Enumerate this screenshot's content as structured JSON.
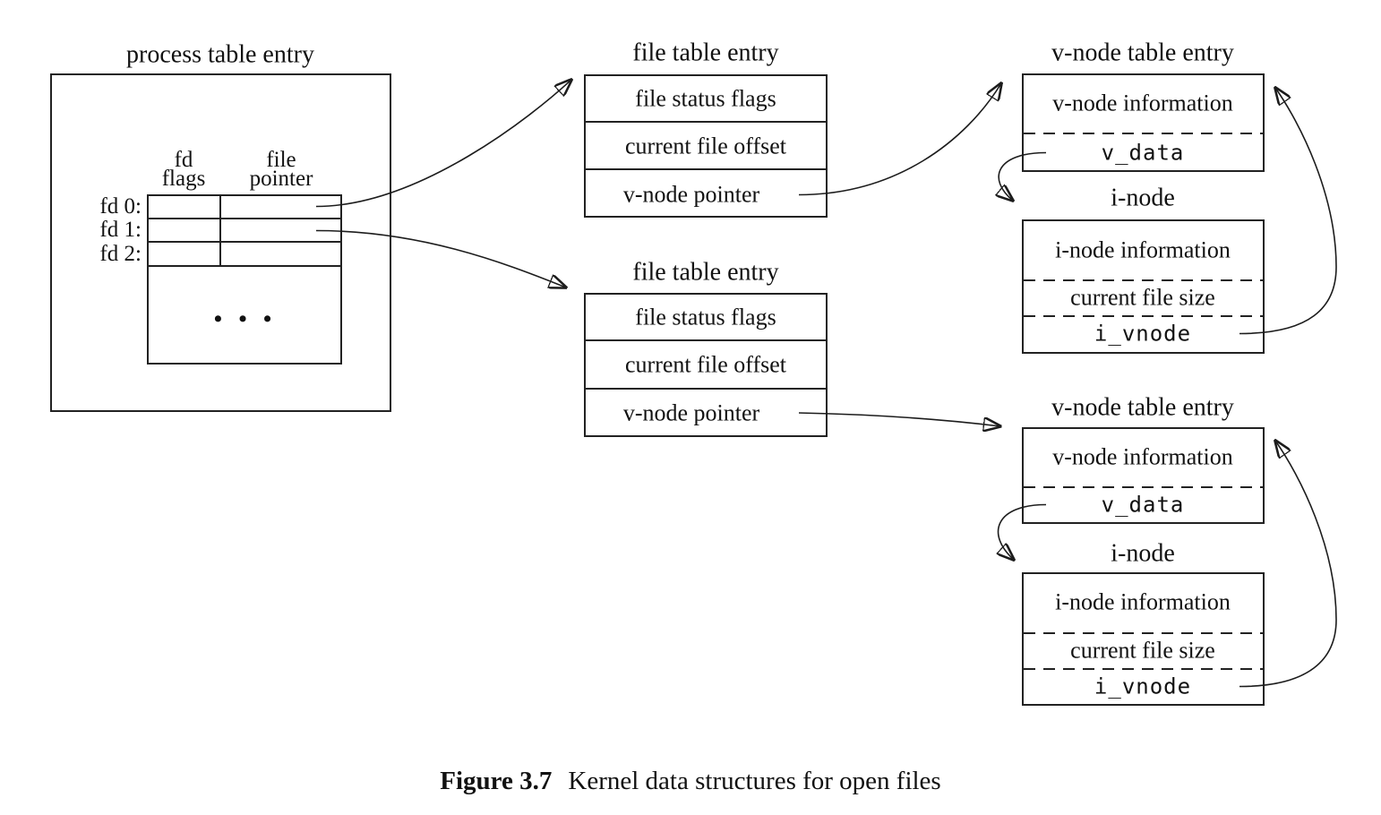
{
  "figure": {
    "caption_label": "Figure 3.7",
    "caption_text": "Kernel data structures for open files"
  },
  "process_table": {
    "title": "process table entry",
    "fd_header": {
      "line1": "fd",
      "line2": "flags"
    },
    "pointer_header": {
      "line1": "file",
      "line2": "pointer"
    },
    "row_labels": [
      "fd 0:",
      "fd 1:",
      "fd 2:"
    ],
    "ellipsis": "• • •"
  },
  "file_tables": [
    {
      "title": "file table entry",
      "rows": [
        "file status flags",
        "current file offset",
        "v-node pointer"
      ]
    },
    {
      "title": "file table entry",
      "rows": [
        "file status flags",
        "current file offset",
        "v-node pointer"
      ]
    }
  ],
  "vnode_groups": [
    {
      "vnode_title": "v-node table entry",
      "vnode_info": "v-node information",
      "vnode_data": "v_data",
      "inode_title": "i-node",
      "inode_info": "i-node information",
      "inode_size": "current file size",
      "inode_vnode": "i_vnode"
    },
    {
      "vnode_title": "v-node table entry",
      "vnode_info": "v-node information",
      "vnode_data": "v_data",
      "inode_title": "i-node",
      "inode_info": "i-node information",
      "inode_size": "current file size",
      "inode_vnode": "i_vnode"
    }
  ],
  "colors": {
    "line": "#1c1c1c",
    "background": "#ffffff",
    "text": "#111111"
  }
}
